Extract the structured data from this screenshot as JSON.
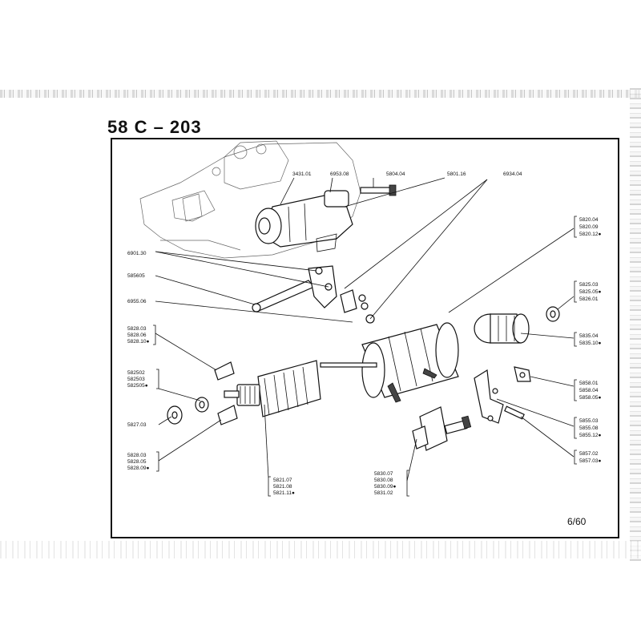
{
  "header": {
    "title": "58 C – 203"
  },
  "footer": {
    "page_number": "6/60"
  },
  "labels": {
    "p3431": "3431.01",
    "p6953": "6953.08",
    "p5804": "5804.04",
    "p5801": "5801.16",
    "p6934": "6934.04",
    "p6901": "6901.30",
    "p5856": "585605",
    "p6955": "6955.06",
    "g5820": [
      "5820.04",
      "5820.09",
      "5820.12●"
    ],
    "g5825b": [
      "5825.03",
      "5825.05●",
      "5826.01"
    ],
    "g5835": [
      "5835.04",
      "5835.10●"
    ],
    "g5828a": [
      "5828.03",
      "5828.06",
      "5828.10●"
    ],
    "g5825a": [
      "582502",
      "582503",
      "582505●"
    ],
    "p5827": "5827.03",
    "g5858": [
      "5858.01",
      "5858.04",
      "5858.05●"
    ],
    "g5855": [
      "5855.03",
      "5855.08",
      "5855.12●"
    ],
    "g5857": [
      "5857.02",
      "5857.03●"
    ],
    "g5828b": [
      "5828.03",
      "5828.05",
      "5828.09●"
    ],
    "g5821": [
      "5821.07",
      "5821.08",
      "5821.11●"
    ],
    "g5830": [
      "5830.07",
      "5830.08",
      "5830.09●",
      "5831.02"
    ]
  }
}
